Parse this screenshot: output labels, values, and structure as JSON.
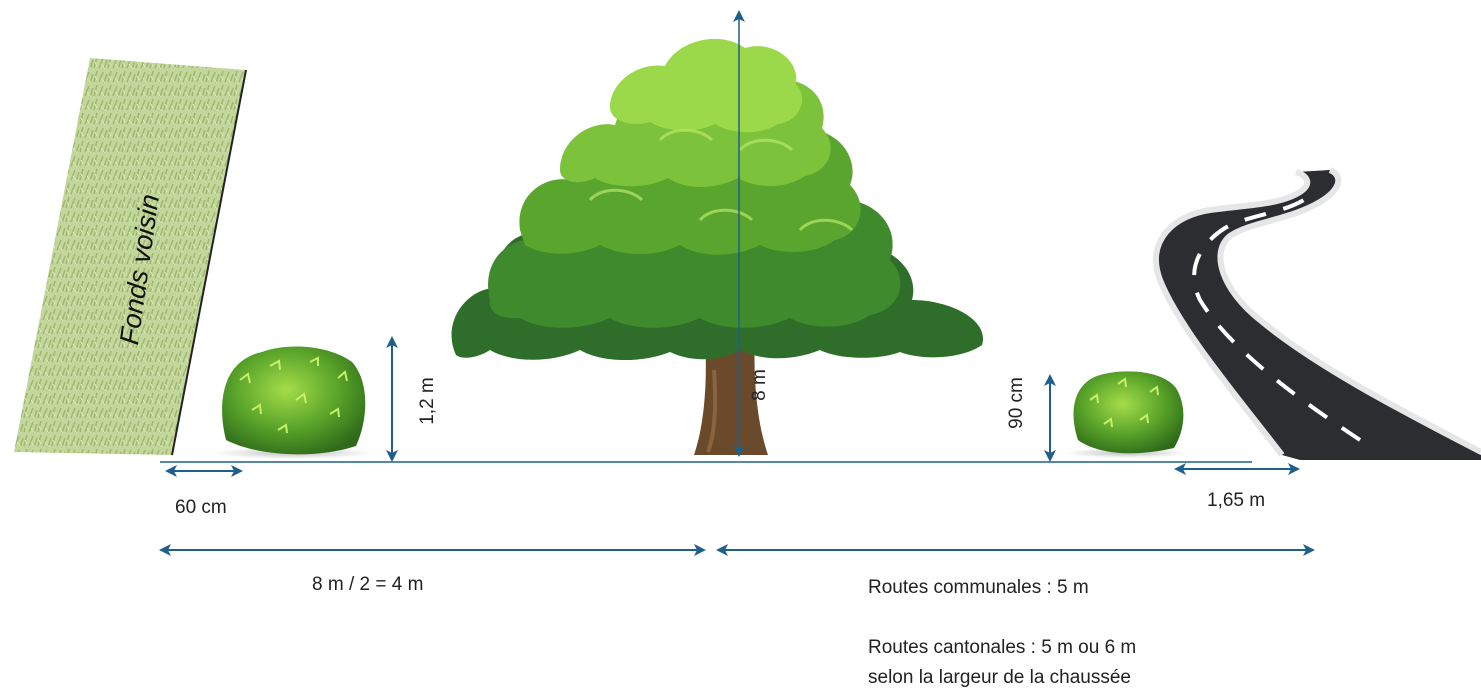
{
  "labels": {
    "neighbour_plot": "Fonds voisin",
    "hedge_left_height": "1,2 m",
    "tree_height": "8 m",
    "hedge_right_height": "90 cm",
    "left_offset": "60 cm",
    "right_offset": "1,65 m",
    "tree_distance": "8 m / 2 = 4 m",
    "road_communal": "Routes communales : 5 m",
    "road_cantonal": "Routes cantonales : 5 m ou 6 m",
    "road_cantonal_note": "selon la largeur de la chaussée"
  },
  "colors": {
    "arrow": "#1f5f8b",
    "grass": "#9fbf6b",
    "foliage_dark": "#2f6d2a",
    "foliage_mid": "#4c9a33",
    "foliage_light": "#8fcf3a",
    "trunk": "#6b4a2b",
    "hedge": "#5aa52a",
    "road": "#2b2d31",
    "road_edge": "#e6e6e6"
  }
}
